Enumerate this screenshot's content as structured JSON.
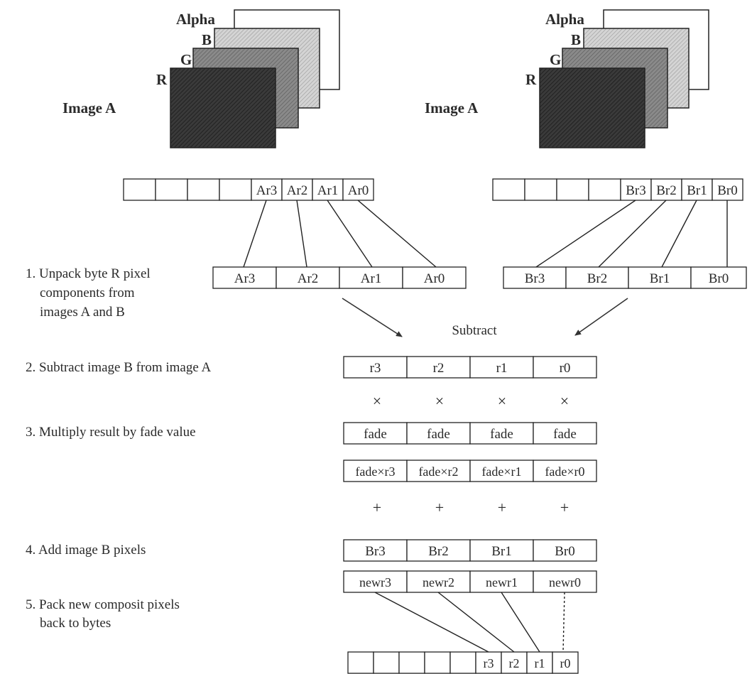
{
  "layers": {
    "alpha": "Alpha",
    "b": "B",
    "g": "G",
    "r": "R"
  },
  "image_left_label": "Image A",
  "image_right_label": "Image A",
  "reg_a_top": [
    "",
    "",
    "",
    "",
    "Ar3",
    "Ar2",
    "Ar1",
    "Ar0"
  ],
  "reg_b_top": [
    "",
    "",
    "",
    "",
    "Br3",
    "Br2",
    "Br1",
    "Br0"
  ],
  "unpacked_a": [
    "Ar3",
    "Ar2",
    "Ar1",
    "Ar0"
  ],
  "unpacked_b": [
    "Br3",
    "Br2",
    "Br1",
    "Br0"
  ],
  "subtract_label": "Subtract",
  "diff_row": [
    "r3",
    "r2",
    "r1",
    "r0"
  ],
  "multiply_symbols": [
    "×",
    "×",
    "×",
    "×"
  ],
  "fade_row": [
    "fade",
    "fade",
    "fade",
    "fade"
  ],
  "product_row": [
    "fade×r3",
    "fade×r2",
    "fade×r1",
    "fade×r0"
  ],
  "plus_symbols": [
    "+",
    "+",
    "+",
    "+"
  ],
  "add_b_row": [
    "Br3",
    "Br2",
    "Br1",
    "Br0"
  ],
  "newr_row": [
    "newr3",
    "newr2",
    "newr1",
    "newr0"
  ],
  "packed_row": [
    "",
    "",
    "",
    "",
    "r3",
    "r2",
    "r1",
    "r0"
  ],
  "steps": {
    "step1": [
      "1. Unpack byte R pixel",
      "components from",
      "images A and B"
    ],
    "step2": "2. Subtract image B from image A",
    "step3": "3. Multiply result by fade value",
    "step4": "4. Add image B pixels",
    "step5": [
      "5. Pack new composit pixels",
      "back to bytes"
    ]
  }
}
